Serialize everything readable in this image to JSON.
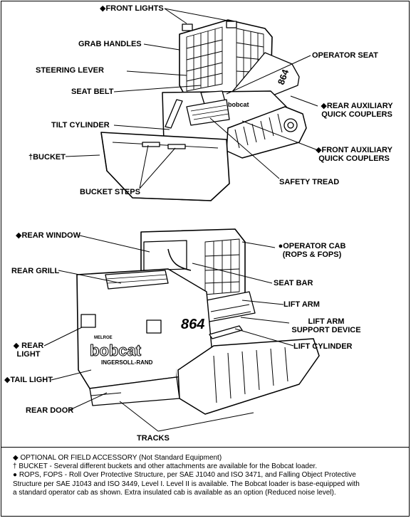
{
  "labels": {
    "front_lights": "◆FRONT LIGHTS",
    "grab_handles": "GRAB HANDLES",
    "steering_lever": "STEERING LEVER",
    "seat_belt": "SEAT BELT",
    "tilt_cylinder": "TILT CYLINDER",
    "bucket": "†BUCKET",
    "bucket_steps": "BUCKET STEPS",
    "operator_seat": "OPERATOR SEAT",
    "rear_aux_1": "◆REAR AUXILIARY",
    "rear_aux_2": "QUICK COUPLERS",
    "front_aux_1": "◆FRONT AUXILIARY",
    "front_aux_2": "QUICK COUPLERS",
    "safety_tread": "SAFETY TREAD",
    "rear_window": "◆REAR WINDOW",
    "rear_grill": "REAR GRILL",
    "rear_light_1": "◆ REAR",
    "rear_light_2": "LIGHT",
    "tail_light": "◆TAIL LIGHT",
    "rear_door": "REAR DOOR",
    "tracks": "TRACKS",
    "operator_cab_1": "●OPERATOR CAB",
    "operator_cab_2": "(ROPS & FOPS)",
    "seat_bar": "SEAT BAR",
    "lift_arm": "LIFT ARM",
    "lift_arm_support_1": "LIFT ARM",
    "lift_arm_support_2": "SUPPORT DEVICE",
    "lift_cylinder": "LIFT CYLINDER"
  },
  "machine_marks": {
    "model_front": "864",
    "model_rear": "864",
    "brand_small": "bobcat",
    "melroe": "MELROE",
    "brand": "bobcat",
    "ingersoll": "INGERSOLL-RAND"
  },
  "notes": {
    "line1": "◆ OPTIONAL OR FIELD ACCESSORY (Not Standard Equipment)",
    "line2": "† BUCKET - Several different buckets and other attachments are available for the Bobcat loader.",
    "line3": "●  ROPS, FOPS - Roll Over Protective Structure, per SAE J1040 and ISO 3471, and Falling Object Protective",
    "line4": "Structure per SAE J1043 and ISO 3449, Level I. Level II is available. The Bobcat loader is base-equipped with",
    "line5": "a standard operator cab as shown. Extra insulated cab is available as an option (Reduced noise level)."
  }
}
